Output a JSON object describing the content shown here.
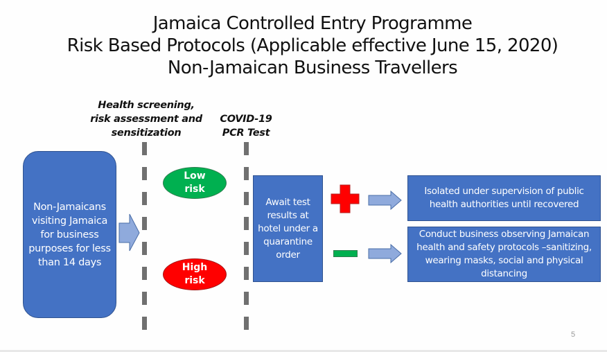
{
  "title": {
    "lines": [
      "Jamaica Controlled Entry Programme",
      "Risk Based Protocols (Applicable effective June 15, 2020)",
      "Non-Jamaican Business Travellers"
    ]
  },
  "stages": {
    "screening_label": [
      "Health screening,",
      "risk assessment and",
      "sensitization"
    ],
    "pcr_label": [
      "COVID-19",
      "PCR Test"
    ]
  },
  "traveller_box": {
    "text": "Non-Jamaicans visiting Jamaica for business purposes for less than 14 days"
  },
  "risk_levels": {
    "low": {
      "lines": [
        "Low",
        "risk"
      ],
      "color": "#00B050"
    },
    "high": {
      "lines": [
        "High",
        "risk"
      ],
      "color": "#FF0000"
    }
  },
  "await_box": {
    "text": "Await test results at hotel under a quarantine order"
  },
  "outcomes": {
    "positive": {
      "icon": "plus-icon",
      "color": "#FF0000",
      "text": "Isolated under supervision of public health authorities until recovered"
    },
    "negative": {
      "icon": "minus-icon",
      "color": "#00B050",
      "text": "Conduct business observing Jamaican health and safety protocols –sanitizing, wearing masks, social and physical distancing"
    }
  },
  "colors": {
    "box_fill": "#4472C4",
    "arrow_fill": "#8FAADC",
    "dash": "#707070"
  },
  "page_number": "5"
}
